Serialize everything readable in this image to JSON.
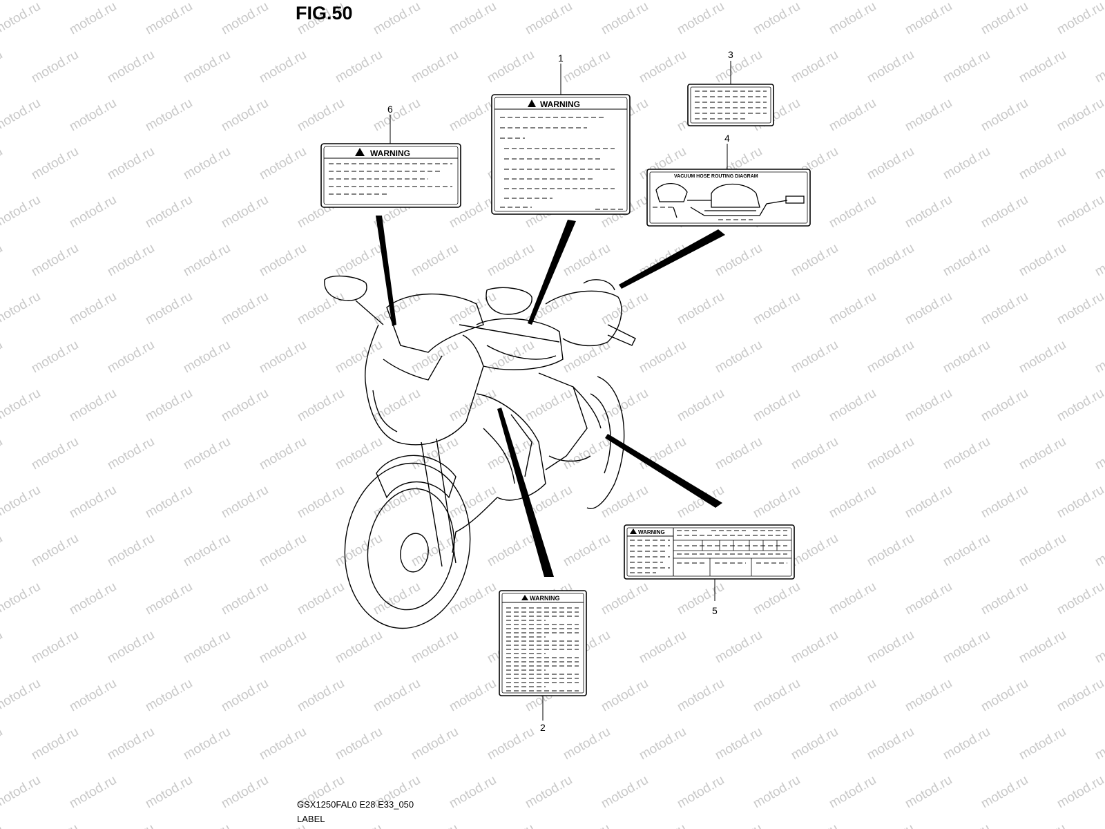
{
  "figure": {
    "title": "FIG.50",
    "code": "GSX1250FAL0 E28 E33_050",
    "name": "LABEL"
  },
  "watermark": "motod.ru",
  "labels": [
    {
      "number": "1",
      "heading": "WARNING"
    },
    {
      "number": "2",
      "heading": "WARNING"
    },
    {
      "number": "3",
      "heading": ""
    },
    {
      "number": "4",
      "heading": "VACUUM HOSE ROUTING DIAGRAM"
    },
    {
      "number": "5",
      "heading": "WARNING"
    },
    {
      "number": "6",
      "heading": "WARNING"
    }
  ]
}
